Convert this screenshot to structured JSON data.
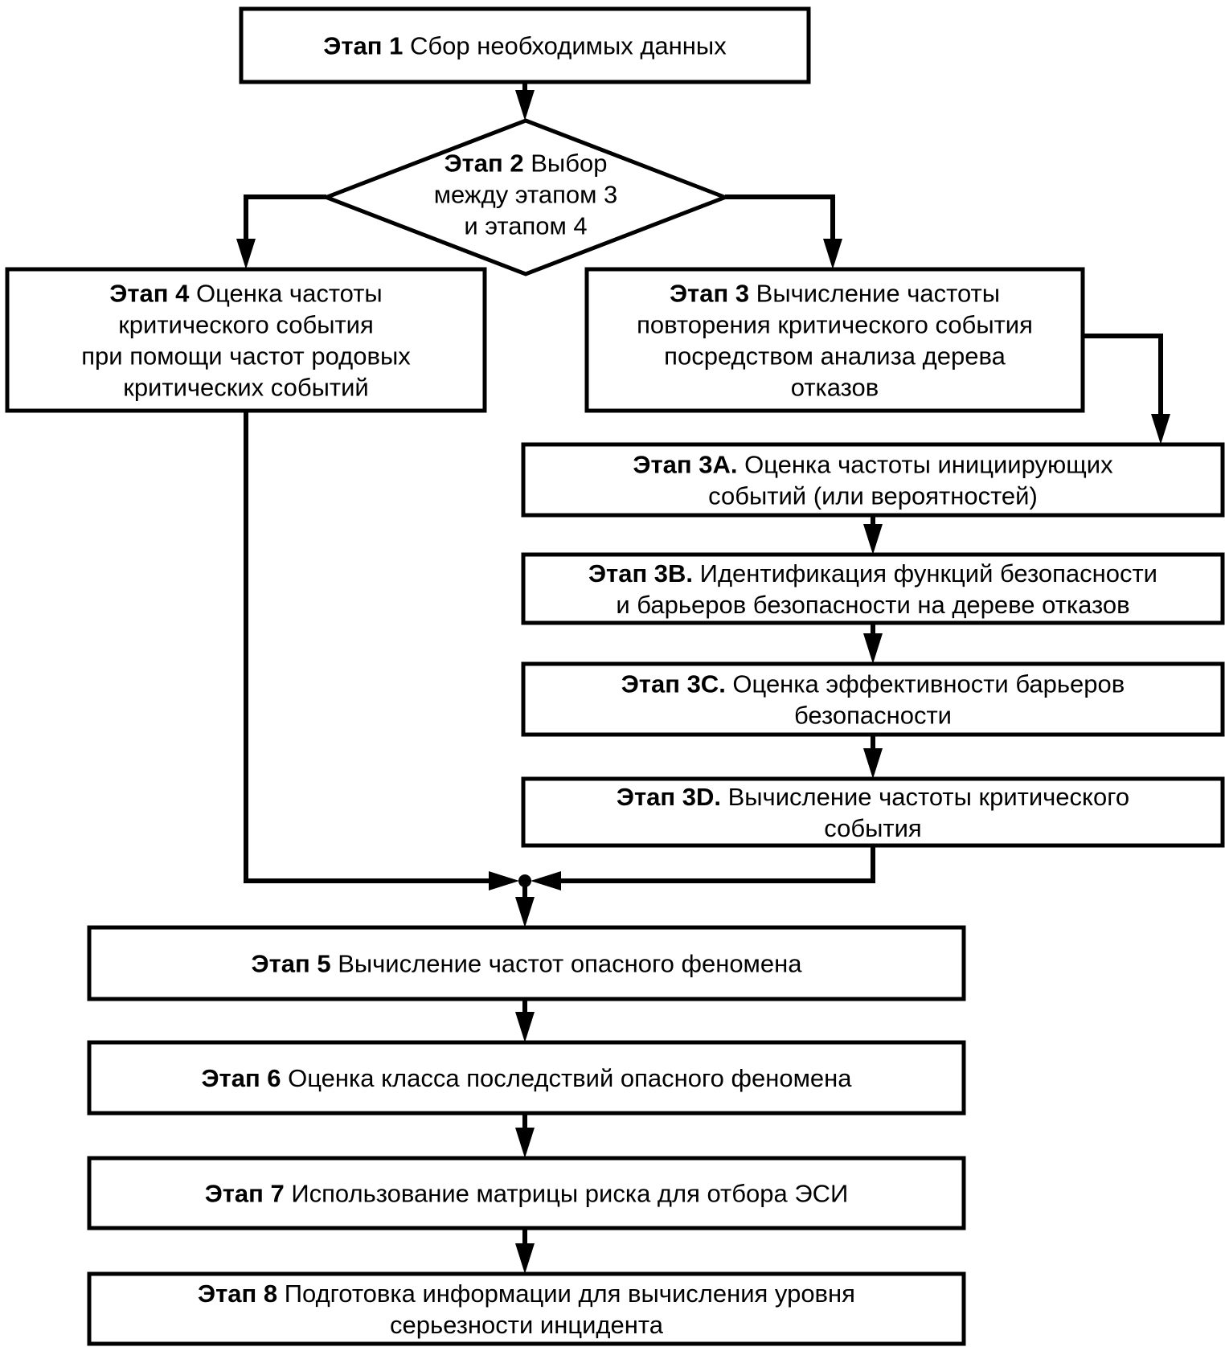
{
  "diagram": {
    "title": "",
    "steps": [
      {
        "id": "step1",
        "label_bold": "Этап 1",
        "lines": [
          "Сбор необходимых данных"
        ]
      },
      {
        "id": "step2",
        "label_bold": "Этап 2",
        "lines": [
          "Выбор",
          "между этапом 3",
          "и этапом 4"
        ],
        "shape": "decision"
      },
      {
        "id": "step4",
        "label_bold": "Этап 4",
        "lines": [
          "Оценка частоты",
          "критического события",
          "при помощи частот родовых",
          "критических событий"
        ]
      },
      {
        "id": "step3",
        "label_bold": "Этап 3",
        "lines": [
          "Вычисление частоты",
          "повторения критического события",
          "посредством анализа дерева",
          "отказов"
        ]
      },
      {
        "id": "step3a",
        "label_bold": "Этап 3A.",
        "lines": [
          "Оценка частоты инициирующих",
          "событий (или вероятностей)"
        ]
      },
      {
        "id": "step3b",
        "label_bold": "Этап 3B.",
        "lines": [
          "Идентификация функций безопасности",
          "и барьеров безопасности на дереве отказов"
        ]
      },
      {
        "id": "step3c",
        "label_bold": "Этап 3C.",
        "lines": [
          "Оценка эффективности барьеров",
          "безопасности"
        ]
      },
      {
        "id": "step3d",
        "label_bold": "Этап 3D.",
        "lines": [
          "Вычисление частоты критического",
          "события"
        ]
      },
      {
        "id": "step5",
        "label_bold": "Этап 5",
        "lines": [
          "Вычисление частот опасного феномена"
        ]
      },
      {
        "id": "step6",
        "label_bold": "Этап 6",
        "lines": [
          "Оценка класса последствий опасного феномена"
        ]
      },
      {
        "id": "step7",
        "label_bold": "Этап 7",
        "lines": [
          "Использование матрицы риска для отбора ЭСИ"
        ]
      },
      {
        "id": "step8",
        "label_bold": "Этап 8",
        "lines": [
          "Подготовка информации для вычисления уровня",
          "серьезности инцидента"
        ]
      }
    ],
    "connections": [
      [
        "step1",
        "step2"
      ],
      [
        "step2",
        "step4"
      ],
      [
        "step2",
        "step3"
      ],
      [
        "step3",
        "step3a"
      ],
      [
        "step3a",
        "step3b"
      ],
      [
        "step3b",
        "step3c"
      ],
      [
        "step3c",
        "step3d"
      ],
      [
        "step4",
        "junction"
      ],
      [
        "step3d",
        "junction"
      ],
      [
        "junction",
        "step5"
      ],
      [
        "step5",
        "step6"
      ],
      [
        "step6",
        "step7"
      ],
      [
        "step7",
        "step8"
      ]
    ],
    "colors": {
      "stroke": "#000000",
      "background": "#ffffff"
    }
  }
}
